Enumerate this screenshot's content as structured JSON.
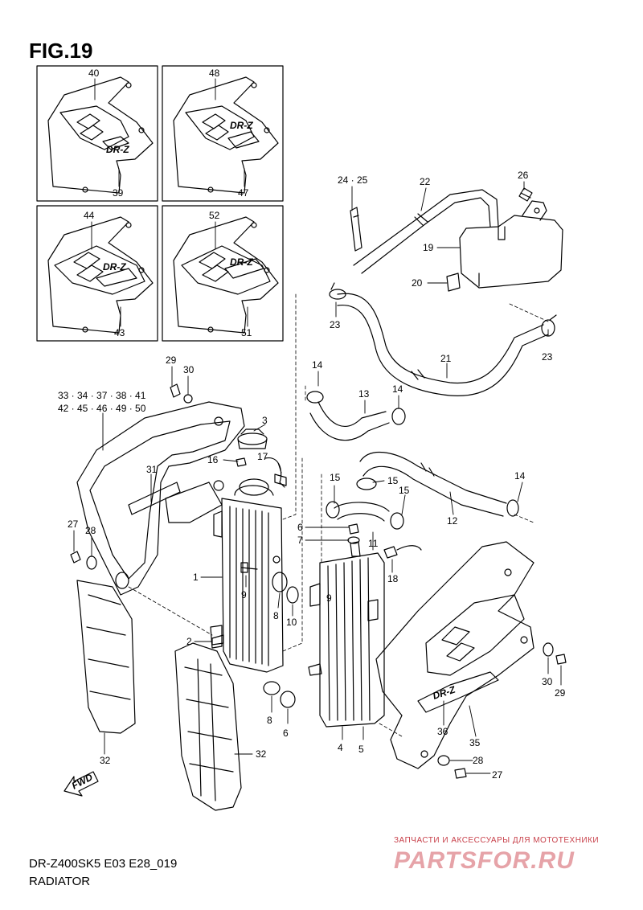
{
  "figure_title": "FIG.19",
  "model_code": "DR-Z400SK5 E03 E28_019",
  "section_name": "RADIATOR",
  "watermark": {
    "caption": "ЗАПЧАСТИ И АКСЕССУАРЫ ДЛЯ МОТОТЕХНИКИ",
    "logo_text": "PARTSFOR.RU"
  },
  "brand_text": "DR-Z",
  "fwd_label": "FWD",
  "callouts": {
    "c40": "40",
    "c39": "39",
    "c48": "48",
    "c47": "47",
    "c44": "44",
    "c43": "43",
    "c52": "52",
    "c51": "51",
    "c24_25": "24 · 25",
    "c22": "22",
    "c26": "26",
    "c19": "19",
    "c20": "20",
    "c23a": "23",
    "c23b": "23",
    "c21": "21",
    "c29a": "29",
    "c30a": "30",
    "c33_41": "33 · 34 · 37 · 38 · 41",
    "c42_50": "42 · 45 · 46 · 49 · 50",
    "c3": "3",
    "c14a": "14",
    "c13": "13",
    "c14b": "14",
    "c16": "16",
    "c17": "17",
    "c31": "31",
    "c15a": "15",
    "c15b": "15",
    "c15c": "15",
    "c14c": "14",
    "c12": "12",
    "c27a": "27",
    "c28a": "28",
    "c6a": "6",
    "c7": "7",
    "c11": "11",
    "c18": "18",
    "c1": "1",
    "c9a": "9",
    "c8a": "8",
    "c10": "10",
    "c9b": "9",
    "c2": "2",
    "c30b": "30",
    "c29b": "29",
    "c8b": "8",
    "c6b": "6",
    "c4": "4",
    "c5": "5",
    "c36": "36",
    "c35": "35",
    "c28b": "28",
    "c27b": "27",
    "c32a": "32",
    "c32b": "32"
  }
}
